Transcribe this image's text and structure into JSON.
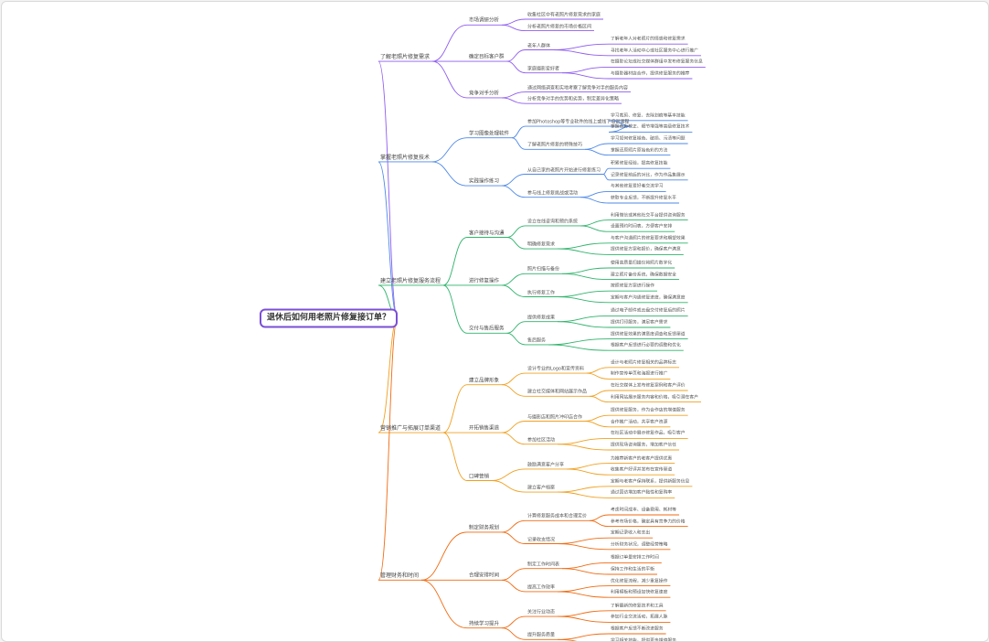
{
  "mindmap": {
    "root": "退休后如何用老照片修复接订单？",
    "colors": [
      "#8e5cf0",
      "#4d88e8",
      "#2fb36b",
      "#f0a020",
      "#f06a10"
    ],
    "branches": [
      {
        "label": "了解老照片修复需求",
        "children": [
          {
            "label": "市场调研分析",
            "children": [
              {
                "label": "收集社区中有老照片修复需求的家庭"
              },
              {
                "label": "分析老照片修复的市场价格区间"
              }
            ]
          },
          {
            "label": "确定目标客户群",
            "children": [
              {
                "label": "老年人群体",
                "children": [
                  {
                    "label": "了解老年人对老照片的情感和修复需求"
                  },
                  {
                    "label": "寻找老年人活动中心或社区服务中心进行推广"
                  }
                ]
              },
              {
                "label": "家庭摄影爱好者",
                "children": [
                  {
                    "label": "在摄影论坛或社交媒体群组中发布修复服务信息"
                  },
                  {
                    "label": "与摄影器材店合作，提供修复服务的推荐"
                  }
                ]
              }
            ]
          },
          {
            "label": "竞争对手分析",
            "children": [
              {
                "label": "通过网络调查和实地考察了解竞争对手的服务内容"
              },
              {
                "label": "分析竞争对手的优势和劣势，制定差异化策略"
              }
            ]
          }
        ]
      },
      {
        "label": "掌握老照片修复技术",
        "children": [
          {
            "label": "学习图像处理软件",
            "children": [
              {
                "label": "参加Photoshop等专业软件的线上或线下培训课程",
                "children": [
                  {
                    "label": "学习裁剪、修复、去除划痕等基本技能"
                  },
                  {
                    "label": "掌握色彩校正、细节增强等高级修复技术"
                  }
                ]
              },
              {
                "label": "了解老照片修复的特殊技巧",
                "children": [
                  {
                    "label": "学习如何修复褪色、破损、污渍等问题"
                  },
                  {
                    "label": "掌握还原照片原始色彩的方法"
                  }
                ]
              }
            ]
          },
          {
            "label": "实践操作练习",
            "children": [
              {
                "label": "从自己家的老照片开始进行修复练习",
                "children": [
                  {
                    "label": "积累修复经验，提高修复技能"
                  },
                  {
                    "label": "记录修复前后的对比，作为作品集展示"
                  }
                ]
              },
              {
                "label": "参与线上修复挑战或活动",
                "children": [
                  {
                    "label": "与其他修复爱好者交流学习"
                  },
                  {
                    "label": "获取专业反馈，不断提升修复水平"
                  }
                ]
              }
            ]
          }
        ]
      },
      {
        "label": "建立老照片修复服务流程",
        "children": [
          {
            "label": "客户接待与沟通",
            "children": [
              {
                "label": "设立在线咨询和预约系统",
                "children": [
                  {
                    "label": "利用微信或其他社交平台提供咨询服务"
                  },
                  {
                    "label": "设置预约时间表，方便客户安排"
                  }
                ]
              },
              {
                "label": "明确修复需求",
                "children": [
                  {
                    "label": "与客户沟通照片的修复要求和期望效果"
                  },
                  {
                    "label": "提供修复方案和报价，确保客户满意"
                  }
                ]
              }
            ]
          },
          {
            "label": "进行修复操作",
            "children": [
              {
                "label": "照片扫描与备份",
                "children": [
                  {
                    "label": "使用高质量扫描仪将照片数字化"
                  },
                  {
                    "label": "建立照片备份系统，确保数据安全"
                  }
                ]
              },
              {
                "label": "执行修复工作",
                "children": [
                  {
                    "label": "按照修复方案进行操作"
                  },
                  {
                    "label": "定期与客户沟通修复进度，确保满意度"
                  }
                ]
              }
            ]
          },
          {
            "label": "交付与售后服务",
            "children": [
              {
                "label": "提供修复成果",
                "children": [
                  {
                    "label": "通过电子邮件或云盘交付修复后的照片"
                  },
                  {
                    "label": "提供打印服务，满足客户需求"
                  }
                ]
              },
              {
                "label": "售后服务",
                "children": [
                  {
                    "label": "提供修复效果的满意度调查和反馈渠道"
                  },
                  {
                    "label": "根据客户反馈进行必要的调整和优化"
                  }
                ]
              }
            ]
          }
        ]
      },
      {
        "label": "营销推广与拓展订单渠道",
        "children": [
          {
            "label": "建立品牌形象",
            "children": [
              {
                "label": "设计专业的Logo和宣传资料",
                "children": [
                  {
                    "label": "设计与老照片修复相关的品牌标志"
                  },
                  {
                    "label": "制作宣传单页和海报进行推广"
                  }
                ]
              },
              {
                "label": "建立社交媒体和网站展示作品",
                "children": [
                  {
                    "label": "在社交媒体上发布修复案例和客户评价"
                  },
                  {
                    "label": "利用网站展示服务内容和价格，吸引潜在客户"
                  }
                ]
              }
            ]
          },
          {
            "label": "开拓销售渠道",
            "children": [
              {
                "label": "与摄影店和照片冲印店合作",
                "children": [
                  {
                    "label": "提供修复服务，作为合作店的增值服务"
                  },
                  {
                    "label": "合作推广活动，共享客户资源"
                  }
                ]
              },
              {
                "label": "参加社区活动",
                "children": [
                  {
                    "label": "在社区活动中展示修复作品，吸引客户"
                  },
                  {
                    "label": "提供现场咨询服务，增加客户信任"
                  }
                ]
              }
            ]
          },
          {
            "label": "口碑营销",
            "children": [
              {
                "label": "鼓励满意客户分享",
                "children": [
                  {
                    "label": "为推荐新客户的老客户提供优惠"
                  },
                  {
                    "label": "收集客户好评并发布在宣传渠道"
                  }
                ]
              },
              {
                "label": "建立客户档案",
                "children": [
                  {
                    "label": "定期与老客户保持联系，提供新服务信息"
                  },
                  {
                    "label": "通过回访增加客户黏性和复购率"
                  }
                ]
              }
            ]
          }
        ]
      },
      {
        "label": "管理财务和时间",
        "children": [
          {
            "label": "制定财务规划",
            "children": [
              {
                "label": "计算修复服务成本和合理定价",
                "children": [
                  {
                    "label": "考虑时间成本、设备费用、耗材等"
                  },
                  {
                    "label": "参考市场价格，确定具有竞争力的价格"
                  }
                ]
              },
              {
                "label": "记录收支情况",
                "children": [
                  {
                    "label": "定期记录收入和支出"
                  },
                  {
                    "label": "分析财务状况，调整经营策略"
                  }
                ]
              }
            ]
          },
          {
            "label": "合理安排时间",
            "children": [
              {
                "label": "制定工作时间表",
                "children": [
                  {
                    "label": "根据订单量安排工作时间"
                  },
                  {
                    "label": "保持工作和生活的平衡"
                  }
                ]
              },
              {
                "label": "提高工作效率",
                "children": [
                  {
                    "label": "优化修复流程，减少重复操作"
                  },
                  {
                    "label": "利用模板和预设加快修复速度"
                  }
                ]
              }
            ]
          },
          {
            "label": "持续学习提升",
            "children": [
              {
                "label": "关注行业动态",
                "children": [
                  {
                    "label": "了解最新的修复技术和工具"
                  },
                  {
                    "label": "参加行业交流活动，拓展人脉"
                  }
                ]
              },
              {
                "label": "提升服务质量",
                "children": [
                  {
                    "label": "根据客户反馈不断改进服务"
                  },
                  {
                    "label": "学习相关技能，提供更多增值服务"
                  }
                ]
              }
            ]
          }
        ]
      }
    ]
  }
}
